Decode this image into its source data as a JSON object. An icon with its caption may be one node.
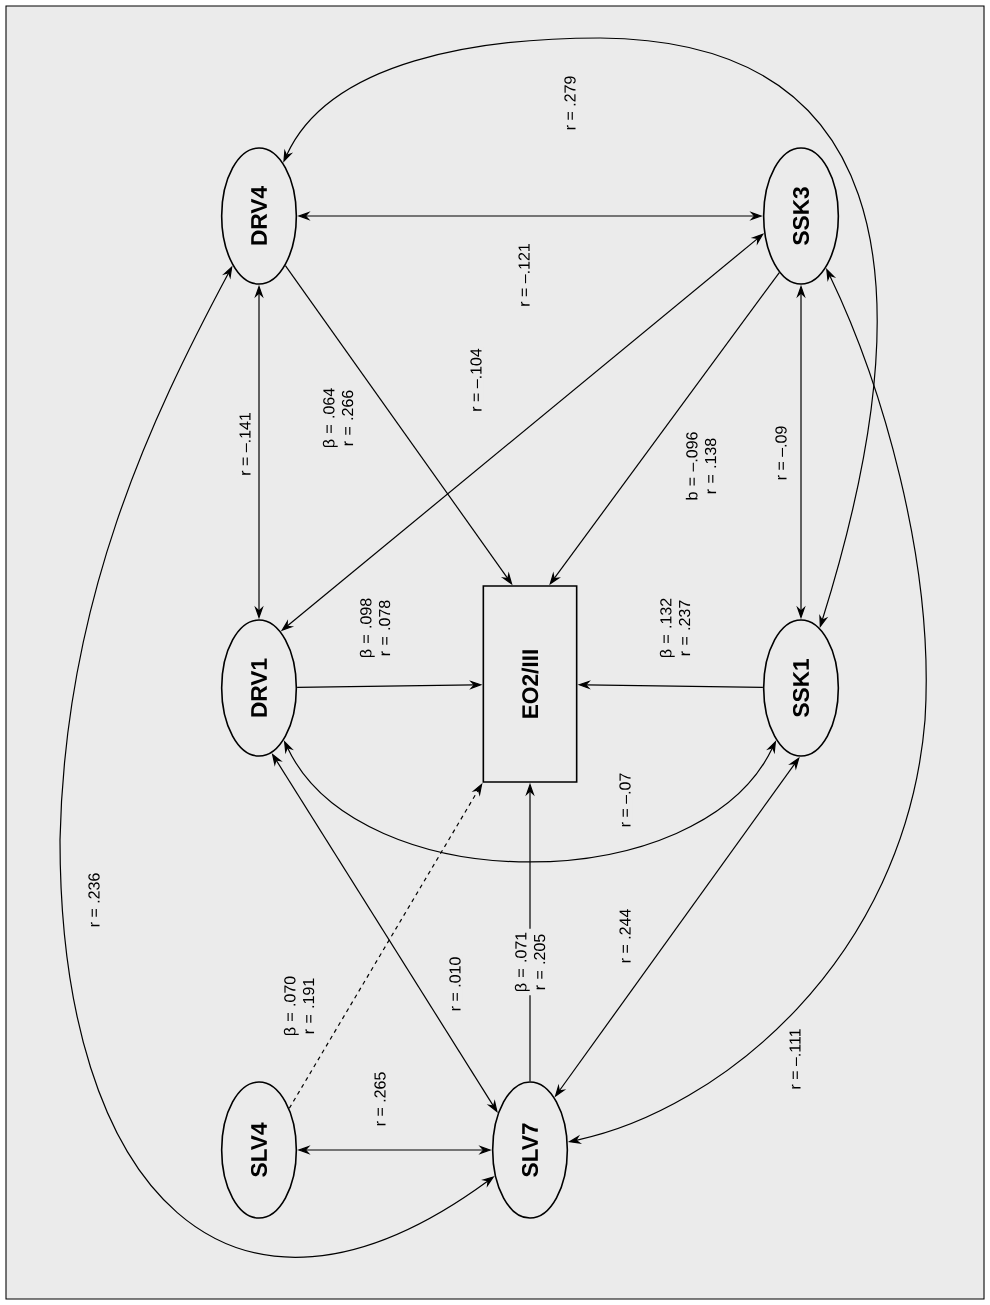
{
  "diagram": {
    "nodes": [
      {
        "text": [
          "DRV4"
        ]
      },
      {
        "text": [
          "SSK3"
        ]
      },
      {
        "text": [
          "DRV1"
        ]
      },
      {
        "text": [
          "EO2/III"
        ]
      },
      {
        "text": [
          "SSK1"
        ]
      },
      {
        "text": [
          "SLV4"
        ]
      },
      {
        "text": [
          "SLV7"
        ]
      }
    ],
    "edges": [
      {
        "from": 0,
        "to": 2,
        "arrow": "both",
        "label": "r = –.141"
      },
      {
        "from": 0,
        "to": 1,
        "arrow": "both",
        "label": "r = –.121"
      },
      {
        "from": 0,
        "to": 3,
        "arrow": "to",
        "label": "β = .064 r = .266"
      },
      {
        "from": 1,
        "to": 2,
        "arrow": "both",
        "label": "r = –.104"
      },
      {
        "from": 1,
        "to": 3,
        "arrow": "to",
        "label": "b = –.096 r = .138"
      },
      {
        "from": 1,
        "to": 4,
        "arrow": "both",
        "label": "r = –.09"
      },
      {
        "from": 2,
        "to": 3,
        "arrow": "to",
        "label": "β = .098 r = .078"
      },
      {
        "from": 4,
        "to": 3,
        "arrow": "to",
        "label": "β = .132 r = .237"
      },
      {
        "from": 2,
        "to": 4,
        "arrow": "both",
        "label": "r = –.07"
      },
      {
        "from": 2,
        "to": 6,
        "arrow": "both",
        "label": "r = .010"
      },
      {
        "from": 5,
        "to": 3,
        "arrow": "to",
        "label": "β = .070 r = .191",
        "style": "dashed"
      },
      {
        "from": 6,
        "to": 3,
        "arrow": "to",
        "label": "β = .071 r = .205"
      },
      {
        "from": 4,
        "to": 6,
        "arrow": "both",
        "label": "r = .244"
      },
      {
        "from": 5,
        "to": 6,
        "arrow": "both",
        "label": "r = .265"
      },
      {
        "from": 0,
        "to": 6,
        "arrow": "both",
        "label": "r = .236"
      },
      {
        "from": 0,
        "to": 4,
        "arrow": "both",
        "label": "r = .279"
      },
      {
        "from": 1,
        "to": 6,
        "arrow": "both",
        "label": "r = –.111"
      }
    ]
  }
}
